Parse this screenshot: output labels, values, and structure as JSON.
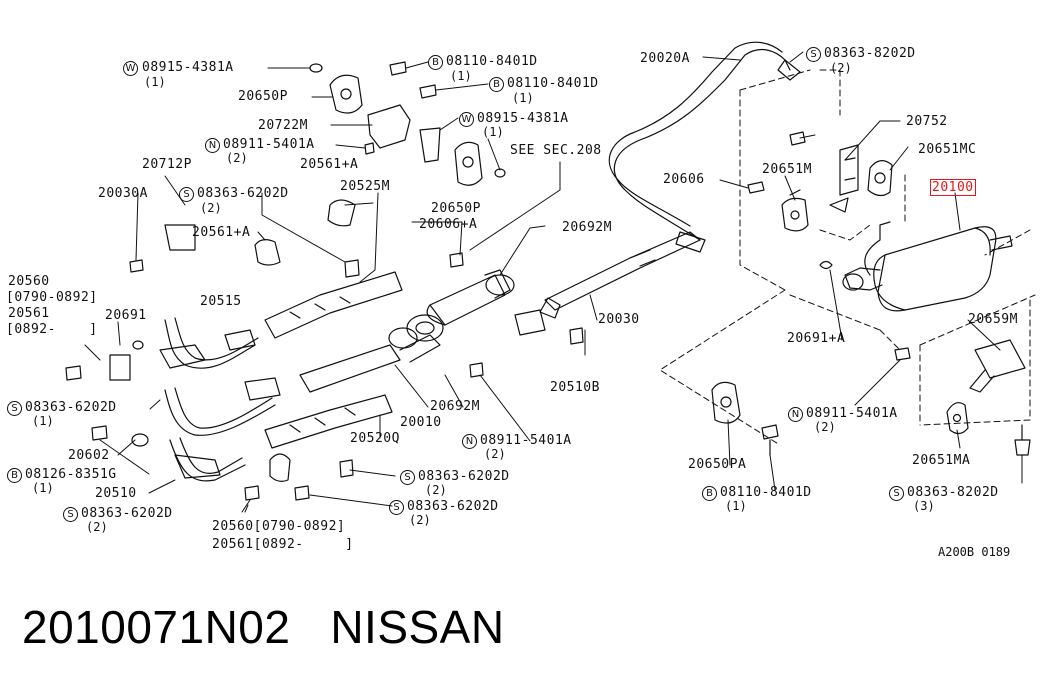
{
  "diagram_code": "A200B 0189",
  "footer": {
    "part_number": "2010071N02",
    "brand": "NISSAN"
  },
  "callouts": [
    {
      "id": "w1",
      "text": "08915-4381A",
      "prefix": "W",
      "qty": "(1)"
    },
    {
      "id": "b1",
      "text": "08110-8401D",
      "prefix": "B",
      "qty": "(1)"
    },
    {
      "id": "b2",
      "text": "08110-8401D",
      "prefix": "B",
      "qty": "(1)"
    },
    {
      "id": "c20650p_a",
      "text": "20650P"
    },
    {
      "id": "c20722m",
      "text": "20722M"
    },
    {
      "id": "w2",
      "text": "08915-4381A",
      "prefix": "W",
      "qty": "(1)"
    },
    {
      "id": "n1",
      "text": "08911-5401A",
      "prefix": "N",
      "qty": "(2)"
    },
    {
      "id": "see",
      "text": "SEE SEC.208"
    },
    {
      "id": "c20712p",
      "text": "20712P"
    },
    {
      "id": "c20561a_1",
      "text": "20561+A"
    },
    {
      "id": "c20030a",
      "text": "20030A"
    },
    {
      "id": "s1",
      "text": "08363-6202D",
      "prefix": "S",
      "qty": "(2)"
    },
    {
      "id": "c20525m",
      "text": "20525M"
    },
    {
      "id": "c20650p_b",
      "text": "20650P"
    },
    {
      "id": "c20606a",
      "text": "20606+A"
    },
    {
      "id": "c20561a_2",
      "text": "20561+A"
    },
    {
      "id": "c20692m_1",
      "text": "20692M"
    },
    {
      "id": "c20560",
      "text": "20560"
    },
    {
      "id": "c20560r",
      "text": "[0790-0892]"
    },
    {
      "id": "c20561",
      "text": "20561"
    },
    {
      "id": "c20561r",
      "text": "[0892-    ]"
    },
    {
      "id": "c20515",
      "text": "20515"
    },
    {
      "id": "c20691",
      "text": "20691"
    },
    {
      "id": "c20030",
      "text": "20030"
    },
    {
      "id": "s2",
      "text": "08363-6202D",
      "prefix": "S",
      "qty": "(1)"
    },
    {
      "id": "c20692m_2",
      "text": "20692M"
    },
    {
      "id": "c20010",
      "text": "20010"
    },
    {
      "id": "c20510b",
      "text": "20510B"
    },
    {
      "id": "c20520q",
      "text": "20520Q"
    },
    {
      "id": "n2",
      "text": "08911-5401A",
      "prefix": "N",
      "qty": "(2)"
    },
    {
      "id": "c20602",
      "text": "20602"
    },
    {
      "id": "b3",
      "text": "08126-8351G",
      "prefix": "B",
      "qty": "(1)"
    },
    {
      "id": "s3",
      "text": "08363-6202D",
      "prefix": "S",
      "qty": "(2)"
    },
    {
      "id": "c20510",
      "text": "20510"
    },
    {
      "id": "s4",
      "text": "08363-6202D",
      "prefix": "S",
      "qty": "(2)"
    },
    {
      "id": "s5",
      "text": "08363-6202D",
      "prefix": "S",
      "qty": "(2)"
    },
    {
      "id": "c20560b",
      "text": "20560[0790-0892]"
    },
    {
      "id": "c20561b",
      "text": "20561[0892-     ]"
    },
    {
      "id": "c20020a",
      "text": "20020A"
    },
    {
      "id": "s6",
      "text": "08363-8202D",
      "prefix": "S",
      "qty": "(2)"
    },
    {
      "id": "c20752",
      "text": "20752"
    },
    {
      "id": "c20651mc",
      "text": "20651MC"
    },
    {
      "id": "c20606",
      "text": "20606"
    },
    {
      "id": "c20651m",
      "text": "20651M"
    },
    {
      "id": "c20100",
      "text": "20100",
      "highlight": true
    },
    {
      "id": "c20691a",
      "text": "20691+A"
    },
    {
      "id": "c20659m",
      "text": "20659M"
    },
    {
      "id": "n3",
      "text": "08911-5401A",
      "prefix": "N",
      "qty": "(2)"
    },
    {
      "id": "c20650pa",
      "text": "20650PA"
    },
    {
      "id": "b4",
      "text": "08110-8401D",
      "prefix": "B",
      "qty": "(1)"
    },
    {
      "id": "c20651ma",
      "text": "20651MA"
    },
    {
      "id": "s7",
      "text": "08363-8202D",
      "prefix": "S",
      "qty": "(3)"
    }
  ],
  "colors": {
    "ink": "#111111",
    "highlight": "#e4161b",
    "background": "#ffffff"
  }
}
